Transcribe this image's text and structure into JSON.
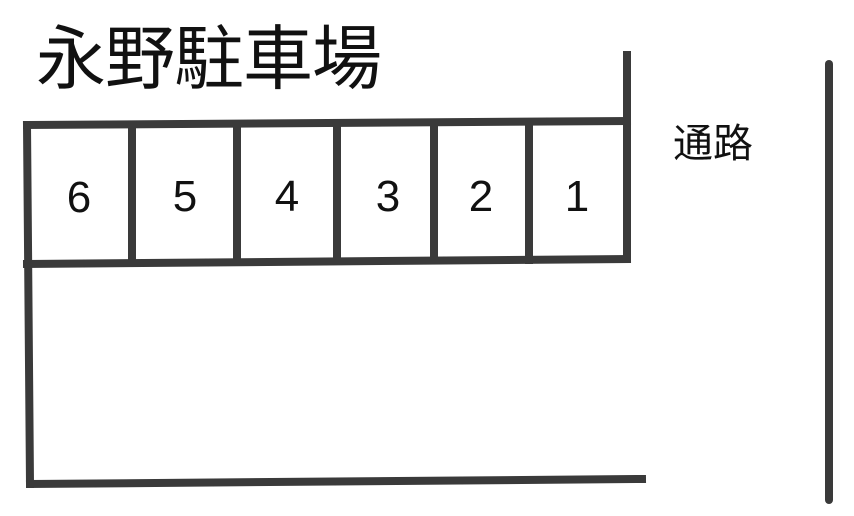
{
  "title": "永野駐車場",
  "road_label": "通路",
  "stalls": [
    "6",
    "5",
    "4",
    "3",
    "2",
    "1"
  ],
  "colors": {
    "line": "#3a3a3a",
    "text": "#111111",
    "background": "#ffffff"
  }
}
